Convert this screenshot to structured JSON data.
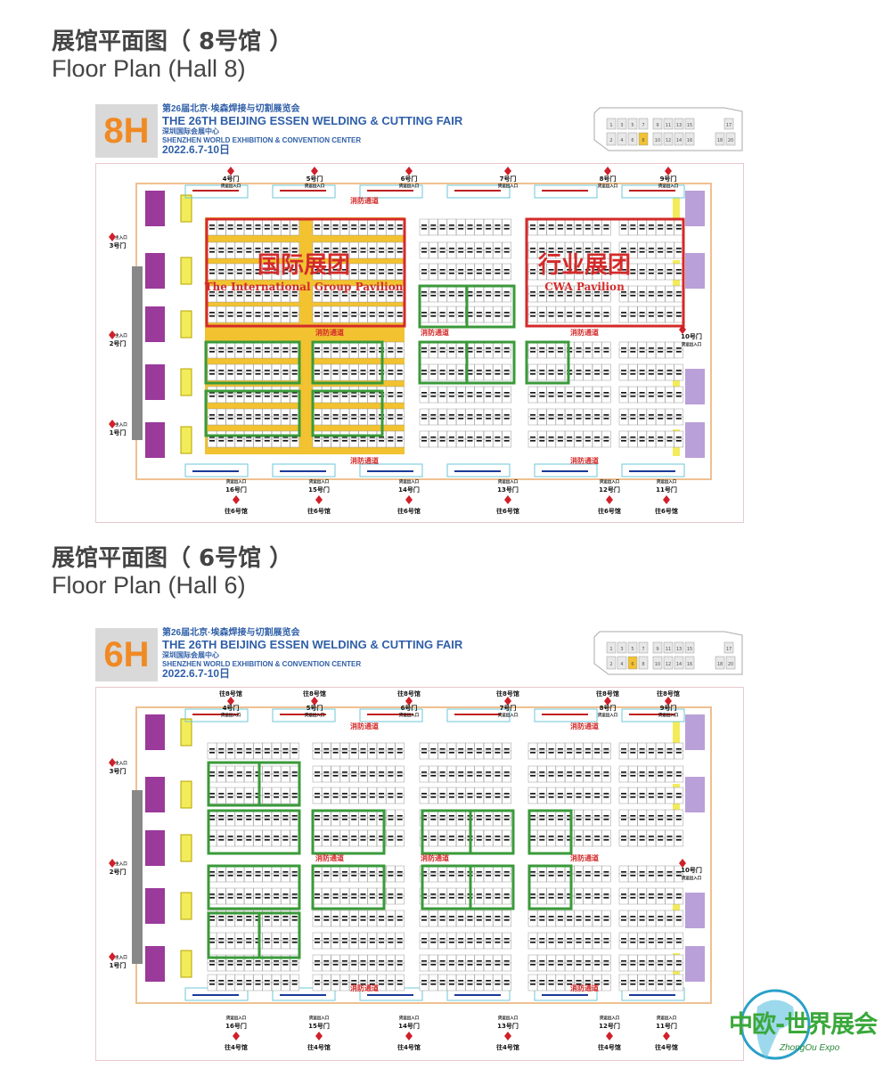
{
  "halls": [
    {
      "id": "8",
      "title_zh": "展馆平面图（ 8号馆 ）",
      "title_en": "Floor Plan (Hall 8)",
      "badge": "8H",
      "fair_zh": "第26届北京·埃森焊接与切割展览会",
      "fair_en": "THE 26TH BEIJING ESSEN WELDING & CUTTING FAIR",
      "venue_zh": "深圳国际会展中心",
      "venue_en": "SHENZHEN WORLD EXHIBITION & CONVENTION CENTER",
      "dates": "2022.6.7-10日",
      "top_gates": [
        {
          "label": "4号门",
          "sub": "货运出入口",
          "dest": ""
        },
        {
          "label": "5号门",
          "sub": "货运出入口",
          "dest": ""
        },
        {
          "label": "6号门",
          "sub": "货运出入口",
          "dest": ""
        },
        {
          "label": "7号门",
          "sub": "货运出入口",
          "dest": ""
        },
        {
          "label": "8号门",
          "sub": "货运出入口",
          "dest": ""
        },
        {
          "label": "9号门",
          "sub": "货运出入口",
          "dest": ""
        }
      ],
      "bottom_gates": [
        {
          "label": "16号门",
          "sub": "货运出入口",
          "dest": "往6号馆"
        },
        {
          "label": "15号门",
          "sub": "货运出入口",
          "dest": "往6号馆"
        },
        {
          "label": "14号门",
          "sub": "货运出入口",
          "dest": "往6号馆"
        },
        {
          "label": "13号门",
          "sub": "货运出入口",
          "dest": "往6号馆"
        },
        {
          "label": "12号门",
          "sub": "货运出入口",
          "dest": "往6号馆"
        },
        {
          "label": "11号门",
          "sub": "货运出入口",
          "dest": "往6号馆"
        }
      ],
      "left_gates": [
        {
          "label": "3号门",
          "sub": "主入口"
        },
        {
          "label": "2号门",
          "sub": "主入口"
        },
        {
          "label": "1号门",
          "sub": "主入口"
        }
      ],
      "right_gates": [
        {
          "label": "10号门",
          "sub": "货运出入口"
        }
      ],
      "aisle_label": "消防通道",
      "pavilions": [
        {
          "zh": "国际展团",
          "en": "The International Group Pavilion"
        },
        {
          "zh": "行业展团",
          "en": "CWA Pavilion"
        }
      ],
      "highlight_color": "#f2c230"
    },
    {
      "id": "6",
      "title_zh": "展馆平面图（ 6号馆 ）",
      "title_en": "Floor Plan (Hall 6)",
      "badge": "6H",
      "fair_zh": "第26届北京·埃森焊接与切割展览会",
      "fair_en": "THE 26TH BEIJING ESSEN WELDING & CUTTING FAIR",
      "venue_zh": "深圳国际会展中心",
      "venue_en": "SHENZHEN WORLD EXHIBITION & CONVENTION CENTER",
      "dates": "2022.6.7-10日",
      "top_gates": [
        {
          "label": "4号门",
          "sub": "货运出入口",
          "dest": "往8号馆"
        },
        {
          "label": "5号门",
          "sub": "货运出入口",
          "dest": "往8号馆"
        },
        {
          "label": "6号门",
          "sub": "货运出入口",
          "dest": "往8号馆"
        },
        {
          "label": "7号门",
          "sub": "货运出入口",
          "dest": "往8号馆"
        },
        {
          "label": "8号门",
          "sub": "货运出入口",
          "dest": "往8号馆"
        },
        {
          "label": "9号门",
          "sub": "货运出入口",
          "dest": "往8号馆"
        }
      ],
      "bottom_gates": [
        {
          "label": "16号门",
          "sub": "货运出入口",
          "dest": "往4号馆"
        },
        {
          "label": "15号门",
          "sub": "货运出入口",
          "dest": "往4号馆"
        },
        {
          "label": "14号门",
          "sub": "货运出入口",
          "dest": "往4号馆"
        },
        {
          "label": "13号门",
          "sub": "货运出入口",
          "dest": "往4号馆"
        },
        {
          "label": "12号门",
          "sub": "货运出入口",
          "dest": "往4号馆"
        },
        {
          "label": "11号门",
          "sub": "货运出入口",
          "dest": "往4号馆"
        }
      ],
      "left_gates": [
        {
          "label": "3号门",
          "sub": "主入口"
        },
        {
          "label": "2号门",
          "sub": "主入口"
        },
        {
          "label": "1号门",
          "sub": "主入口"
        }
      ],
      "right_gates": [
        {
          "label": "10号门",
          "sub": "货运出入口"
        }
      ],
      "aisle_label": "消防通道",
      "pavilions": [],
      "highlight_color": "#f2c230"
    }
  ],
  "minimap_halls": [
    "1",
    "3",
    "5",
    "7",
    "9",
    "11",
    "13",
    "15",
    "17",
    "2",
    "4",
    "6",
    "8",
    "10",
    "12",
    "14",
    "16",
    "18",
    "20"
  ],
  "logo": {
    "zh": "中欧-世界展会",
    "en": "ZhongOu Expo"
  },
  "colors": {
    "accent_orange": "#f08a24",
    "header_blue": "#2f5fa8",
    "pavilion_red": "#d42a2a",
    "group_green": "#3a9a3a",
    "gate_red": "#d0202a"
  }
}
